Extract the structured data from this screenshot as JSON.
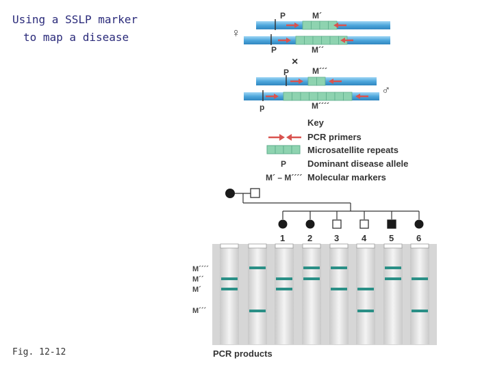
{
  "title": {
    "line1": "Using a SSLP marker",
    "line2": "to map a disease"
  },
  "figure_label": "Fig. 12-12",
  "chromosomes": {
    "female_symbol": "♀",
    "male_symbol": "♂",
    "cross_symbol": "×",
    "labels": {
      "p1": "P",
      "m1": "M´",
      "p2": "P",
      "m2": "M´´",
      "p3": "P",
      "m3": "M´´´",
      "p4": "p",
      "m4": "M´´´´"
    }
  },
  "key": {
    "title": "Key",
    "items": [
      "PCR primers",
      "Microsatellite repeats",
      "Dominant disease allele",
      "Molecular markers"
    ],
    "symbol_p": "P",
    "symbol_markers": "M´ – M´´´´"
  },
  "pedigree": {
    "children": [
      "1",
      "2",
      "3",
      "4",
      "5",
      "6"
    ]
  },
  "gel": {
    "row_labels": [
      "M´´´´",
      "M´´",
      "M´",
      "M´´´"
    ],
    "footer": "PCR products"
  },
  "colors": {
    "chromosome": "#5aaee0",
    "repeat": "#8ed3b0",
    "primer": "#d9534f",
    "band": "#2a8f86",
    "gel": "#dcdcdc"
  }
}
